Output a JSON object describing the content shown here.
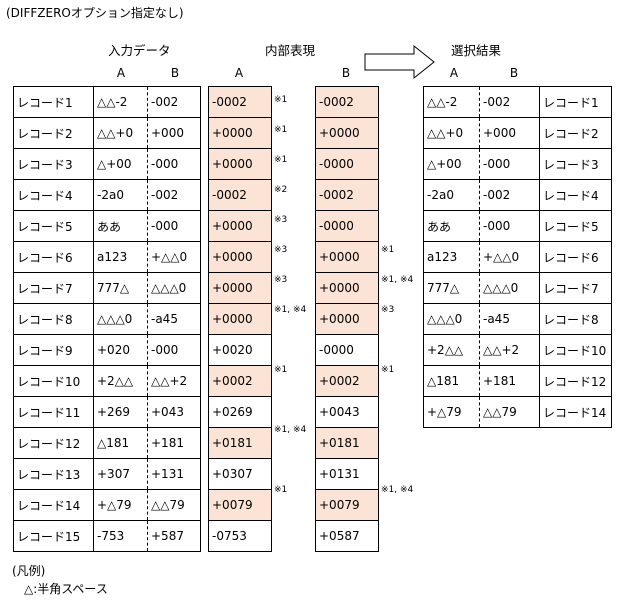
{
  "caption": "(DIFFZEROオプション指定なし)",
  "groups": {
    "input": "入力データ",
    "internal": "内部表現",
    "result": "選択結果"
  },
  "col_a": "A",
  "col_b": "B",
  "input_rows": [
    {
      "name": "レコード1",
      "a": "△△-2",
      "b": "-002"
    },
    {
      "name": "レコード2",
      "a": "△△+0",
      "b": "+000"
    },
    {
      "name": "レコード3",
      "a": "△+00",
      "b": "-000"
    },
    {
      "name": "レコード4",
      "a": "-2a0",
      "b": "-002"
    },
    {
      "name": "レコード5",
      "a": "ああ",
      "b": "-000"
    },
    {
      "name": "レコード6",
      "a": "a123",
      "b": "+△△0"
    },
    {
      "name": "レコード7",
      "a": "777△",
      "b": "△△△0"
    },
    {
      "name": "レコード8",
      "a": "△△△0",
      "b": "-a45"
    },
    {
      "name": "レコード9",
      "a": "+020",
      "b": "-000"
    },
    {
      "name": "レコード10",
      "a": "+2△△",
      "b": "△△+2"
    },
    {
      "name": "レコード11",
      "a": "+269",
      "b": "+043"
    },
    {
      "name": "レコード12",
      "a": "△181",
      "b": "+181"
    },
    {
      "name": "レコード13",
      "a": "+307",
      "b": "+131"
    },
    {
      "name": "レコード14",
      "a": "+△79",
      "b": "△△79"
    },
    {
      "name": "レコード15",
      "a": "-753",
      "b": "+587"
    }
  ],
  "internal_a": [
    {
      "value": "-0002",
      "note": "※1",
      "shaded": true
    },
    {
      "value": "+0000",
      "note": "※1",
      "shaded": true
    },
    {
      "value": "+0000",
      "note": "※1",
      "shaded": true
    },
    {
      "value": "-0002",
      "note": "※2",
      "shaded": true
    },
    {
      "value": "+0000",
      "note": "※3",
      "shaded": true
    },
    {
      "value": "+0000",
      "note": "※3",
      "shaded": true
    },
    {
      "value": "+0000",
      "note": "※3",
      "shaded": true
    },
    {
      "value": "+0000",
      "note": "※1, ※4",
      "shaded": true
    },
    {
      "value": "+0020",
      "note": "",
      "shaded": false
    },
    {
      "value": "+0002",
      "note": "※1",
      "shaded": true
    },
    {
      "value": "+0269",
      "note": "",
      "shaded": false
    },
    {
      "value": "+0181",
      "note": "※1, ※4",
      "shaded": true
    },
    {
      "value": "+0307",
      "note": "",
      "shaded": false
    },
    {
      "value": "+0079",
      "note": "※1",
      "shaded": true
    },
    {
      "value": "-0753",
      "note": "",
      "shaded": false
    }
  ],
  "internal_b": [
    {
      "value": "-0002",
      "note": "",
      "shaded": true
    },
    {
      "value": "+0000",
      "note": "",
      "shaded": true
    },
    {
      "value": "-0000",
      "note": "",
      "shaded": true
    },
    {
      "value": "-0002",
      "note": "",
      "shaded": true
    },
    {
      "value": "-0000",
      "note": "",
      "shaded": true
    },
    {
      "value": "+0000",
      "note": "※1",
      "shaded": true
    },
    {
      "value": "+0000",
      "note": "※1, ※4",
      "shaded": true
    },
    {
      "value": "+0000",
      "note": "※3",
      "shaded": true
    },
    {
      "value": "-0000",
      "note": "",
      "shaded": false
    },
    {
      "value": "+0002",
      "note": "※1",
      "shaded": true
    },
    {
      "value": "+0043",
      "note": "",
      "shaded": false
    },
    {
      "value": "+0181",
      "note": "",
      "shaded": true
    },
    {
      "value": "+0131",
      "note": "",
      "shaded": false
    },
    {
      "value": "+0079",
      "note": "※1, ※4",
      "shaded": true
    },
    {
      "value": "+0587",
      "note": "",
      "shaded": false
    }
  ],
  "result_rows": [
    {
      "a": "△△-2",
      "b": "-002",
      "name": "レコード1"
    },
    {
      "a": "△△+0",
      "b": "+000",
      "name": "レコード2"
    },
    {
      "a": "△+00",
      "b": "-000",
      "name": "レコード3"
    },
    {
      "a": "-2a0",
      "b": "-002",
      "name": "レコード4"
    },
    {
      "a": "ああ",
      "b": "-000",
      "name": "レコード5"
    },
    {
      "a": "a123",
      "b": "+△△0",
      "name": "レコード6"
    },
    {
      "a": "777△",
      "b": "△△△0",
      "name": "レコード7"
    },
    {
      "a": "△△△0",
      "b": "-a45",
      "name": "レコード8"
    },
    {
      "a": "+2△△",
      "b": "△△+2",
      "name": "レコード10"
    },
    {
      "a": "△181",
      "b": "+181",
      "name": "レコード12"
    },
    {
      "a": "+△79",
      "b": "△△79",
      "name": "レコード14"
    }
  ],
  "legend": {
    "title": "(凡例)",
    "item": "△:半角スペース"
  }
}
